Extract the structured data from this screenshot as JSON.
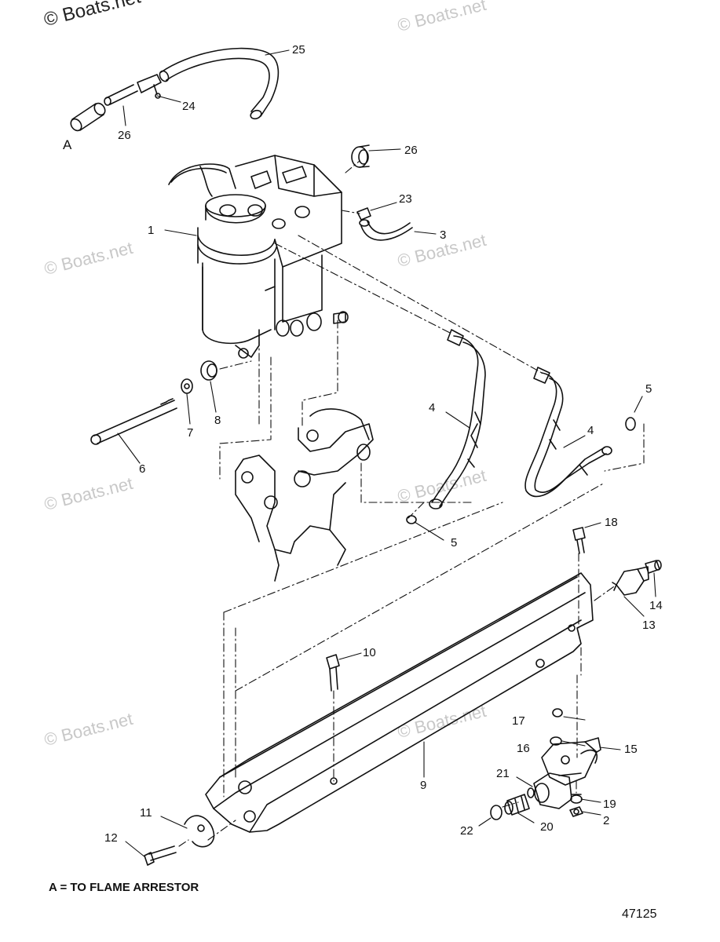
{
  "watermarks": {
    "primary": "© Boats.net",
    "faint": "© Boats.net"
  },
  "view_marker": "A",
  "note": "A = TO FLAME ARRESTOR",
  "diagram_number": "47125",
  "part_labels": [
    "1",
    "2",
    "3",
    "4",
    "4",
    "5",
    "5",
    "6",
    "7",
    "8",
    "9",
    "10",
    "11",
    "12",
    "13",
    "14",
    "15",
    "16",
    "17",
    "18",
    "19",
    "20",
    "21",
    "22",
    "23",
    "24",
    "25",
    "26",
    "26"
  ],
  "colors": {
    "line": "#111111",
    "watermark": "#c8c8c8",
    "background": "#ffffff"
  }
}
